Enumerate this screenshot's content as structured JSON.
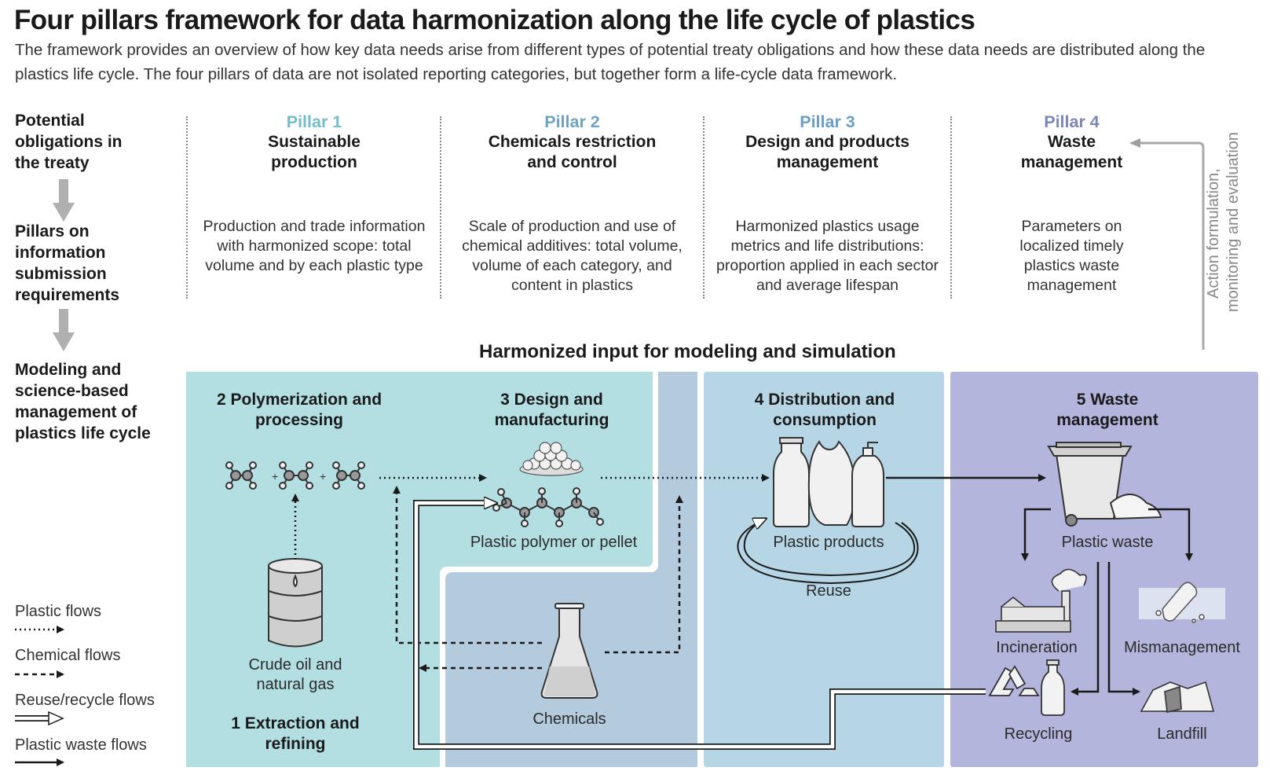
{
  "title": "Four pillars framework for data harmonization along the life cycle of plastics",
  "subtitle": "The framework provides an overview of how key data needs arise from different types of potential treaty obligations and how these data needs are distributed along the plastics life cycle. The four pillars of data are not isolated reporting categories, but together form a life-cycle data framework.",
  "rows": {
    "obligations": "Potential obligations in the treaty",
    "pillars": "Pillars on information submission requirements",
    "modeling": "Modeling and science-based management of plastics life cycle"
  },
  "pillars": [
    {
      "name": "Pillar 1",
      "title_line1": "Sustainable",
      "title_line2": "production",
      "desc": "Production and trade information with harmonized scope: total volume and by each plastic type",
      "color": "#74bcc9"
    },
    {
      "name": "Pillar 2",
      "title_line1": "Chemicals restriction",
      "title_line2": "and control",
      "desc": "Scale of production and use of chemical additives: total volume, volume of each category, and content in plastics",
      "color": "#6fa3c4"
    },
    {
      "name": "Pillar 3",
      "title_line1": "Design and products",
      "title_line2": "management",
      "desc": "Harmonized plastics usage metrics and life distributions: proportion applied in each sector and average lifespan",
      "color": "#6b9fc7"
    },
    {
      "name": "Pillar 4",
      "title_line1": "Waste",
      "title_line2": "management",
      "desc": "Parameters on localized timely plastics waste management",
      "color": "#7d86b8"
    }
  ],
  "side_label_line1": "Action formulation,",
  "side_label_line2": "monitoring and evaluation",
  "modeling_title": "Harmonized input for modeling and simulation",
  "stages": {
    "s1": "1  Extraction and refining",
    "s2": "2  Polymerization and processing",
    "s3": "3  Design and manufacturing",
    "s4": "4  Distribution and consumption",
    "s5": "5  Waste management"
  },
  "captions": {
    "crude": "Crude oil and natural gas",
    "polymer": "Plastic polymer or pellet",
    "chemicals": "Chemicals",
    "products": "Plastic products",
    "reuse": "Reuse",
    "waste": "Plastic waste",
    "incineration": "Incineration",
    "mismanagement": "Mismanagement",
    "recycling": "Recycling",
    "landfill": "Landfill"
  },
  "legend": [
    {
      "label": "Plastic flows",
      "style": "dotted"
    },
    {
      "label": "Chemical flows",
      "style": "dashed"
    },
    {
      "label": "Reuse/recycle flows",
      "style": "hollow"
    },
    {
      "label": "Plastic waste flows",
      "style": "solid"
    }
  ],
  "colors": {
    "panel_teal": "#b3dfe3",
    "panel_steel": "#b3cbdc",
    "panel_blue": "#b6d6e6",
    "panel_purple": "#b3b5dd"
  }
}
